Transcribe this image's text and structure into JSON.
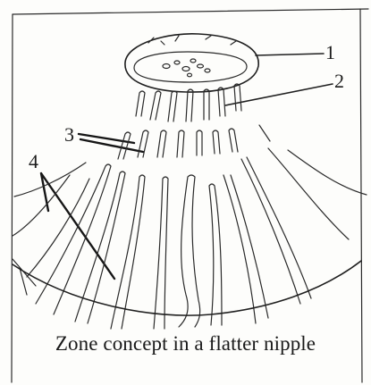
{
  "labels": {
    "one": "1",
    "two": "2",
    "three": "3",
    "four": "4"
  },
  "caption": "Zone concept in a flatter nipple",
  "colors": {
    "ink": "#1f1f1f",
    "paper": "#fdfdfb"
  }
}
